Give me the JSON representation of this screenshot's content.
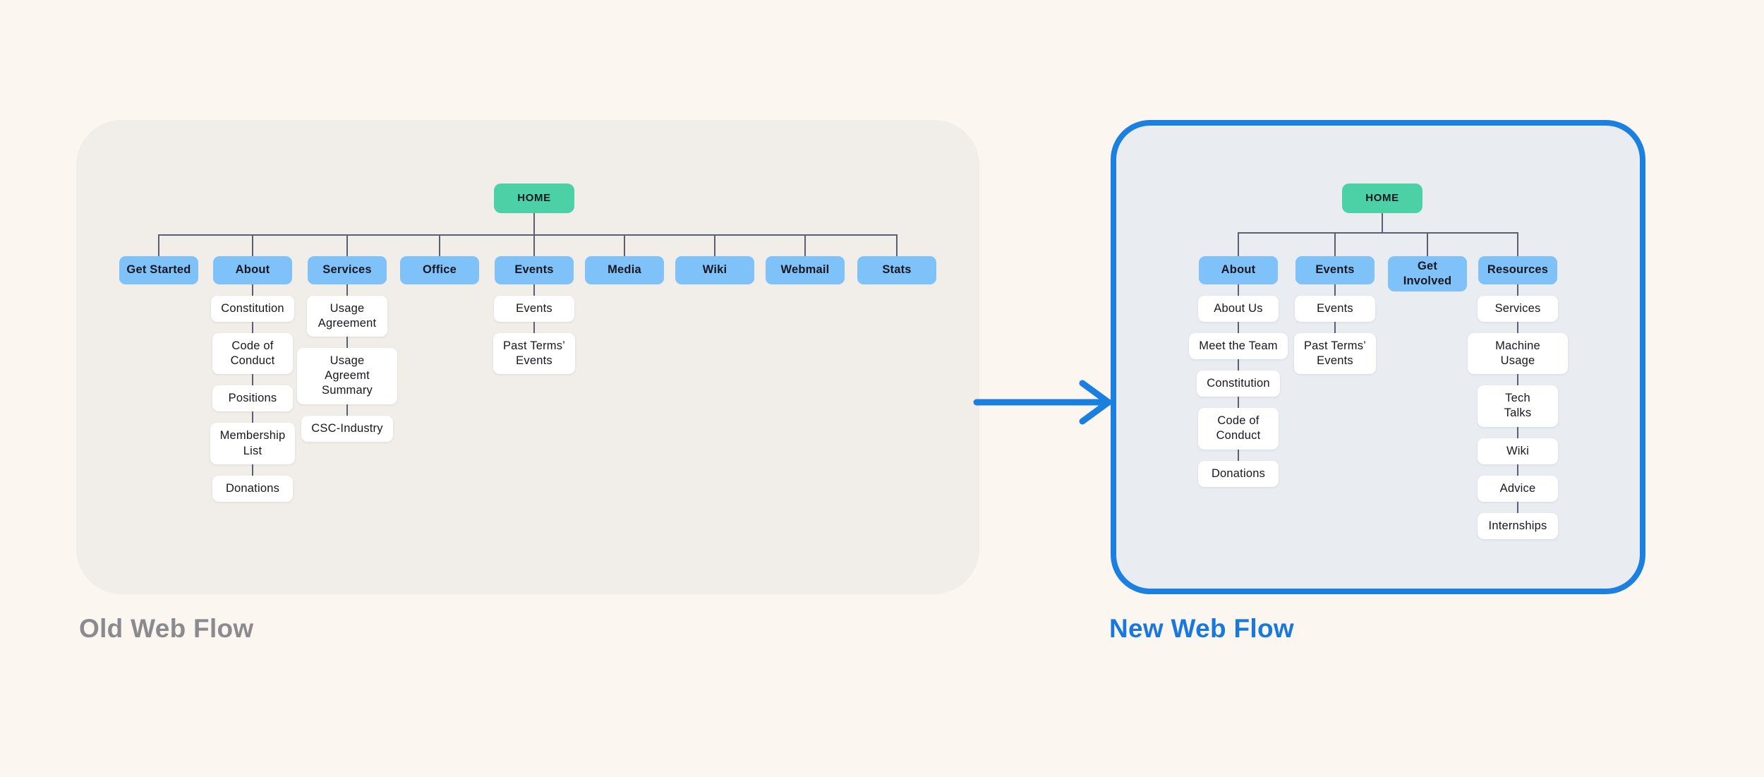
{
  "old_flow": {
    "title": "Old Web Flow",
    "root": "HOME",
    "columns": [
      {
        "label": "Get Started",
        "children": []
      },
      {
        "label": "About",
        "children": [
          "Constitution",
          "Code of\nConduct",
          "Positions",
          "Membership\nList",
          "Donations"
        ]
      },
      {
        "label": "Services",
        "children": [
          "Usage\nAgreement",
          "Usage Agreemt\nSummary",
          "CSC-Industry"
        ]
      },
      {
        "label": "Office",
        "children": []
      },
      {
        "label": "Events",
        "children": [
          "Events",
          "Past Terms’\nEvents"
        ]
      },
      {
        "label": "Media",
        "children": []
      },
      {
        "label": "Wiki",
        "children": []
      },
      {
        "label": "Webmail",
        "children": []
      },
      {
        "label": "Stats",
        "children": []
      }
    ]
  },
  "new_flow": {
    "title": "New Web Flow",
    "root": "HOME",
    "columns": [
      {
        "label": "About",
        "children": [
          "About Us",
          "Meet the Team",
          "Constitution",
          "Code of\nConduct",
          "Donations"
        ]
      },
      {
        "label": "Events",
        "children": [
          "Events",
          "Past Terms’\nEvents"
        ]
      },
      {
        "label": "Get Involved",
        "children": []
      },
      {
        "label": "Resources",
        "children": [
          "Services",
          "Machine Usage",
          "Tech\nTalks",
          "Wiki",
          "Advice",
          "Internships"
        ]
      }
    ]
  },
  "colors": {
    "page_bg": "#FCF6F0",
    "old_panel_bg": "#F1EDE8",
    "new_panel_bg": "#E9EDF2",
    "new_panel_border": "#1B80E0",
    "root_node": "#4CD0A5",
    "section_node": "#7FC2FA",
    "page_node_bg": "#FFFFFF",
    "connector": "#5E5E73",
    "node_text": "#17171F",
    "old_title": "#8A8A8F",
    "new_title": "#1878DB",
    "arrow": "#1B7FE0"
  }
}
